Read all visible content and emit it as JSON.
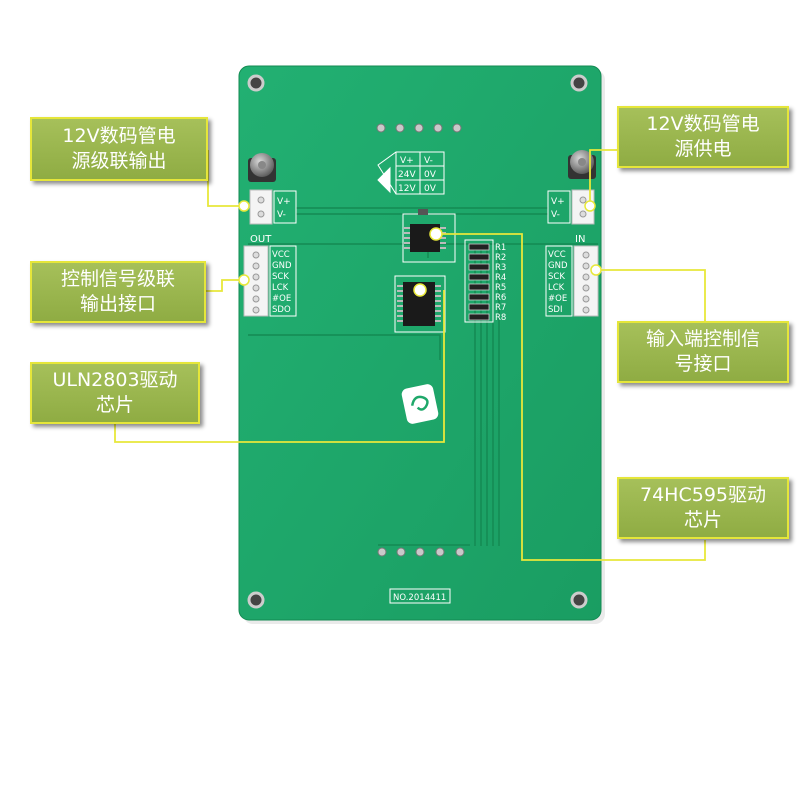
{
  "callouts": {
    "power_out": [
      "12V数码管电",
      "源级联输出"
    ],
    "power_in": [
      "12V数码管电",
      "源供电"
    ],
    "signal_out": [
      "控制信号级联",
      "输出接口"
    ],
    "signal_in": [
      "输入端控制信",
      "号接口"
    ],
    "uln": [
      "ULN2803驱动",
      "芯片"
    ],
    "hc595": [
      "74HC595驱动",
      "芯片"
    ]
  },
  "board": {
    "power_table": {
      "header": [
        "V+",
        "V-"
      ],
      "rows": [
        [
          "24V",
          "0V"
        ],
        [
          "12V",
          "0V"
        ]
      ]
    },
    "left_power_pins": [
      "V+",
      "V-"
    ],
    "right_power_pins": [
      "V+",
      "V-"
    ],
    "out_label": "OUT",
    "in_label": "IN",
    "out_pins": [
      "VCC",
      "GND",
      "SCK",
      "LCK",
      "#OE",
      "SDO"
    ],
    "in_pins": [
      "VCC",
      "GND",
      "SCK",
      "LCK",
      "#OE",
      "SDI"
    ],
    "resistors": [
      "R1",
      "R2",
      "R3",
      "R4",
      "R5",
      "R6",
      "R7",
      "R8"
    ],
    "serial": "NO.2014411"
  },
  "colors": {
    "pcb": "#1fa86a",
    "callout": "#9cb64f",
    "callout_border": "#e5e63a",
    "leader": "#e8e83a"
  },
  "icons": [
    "logo-icon"
  ]
}
